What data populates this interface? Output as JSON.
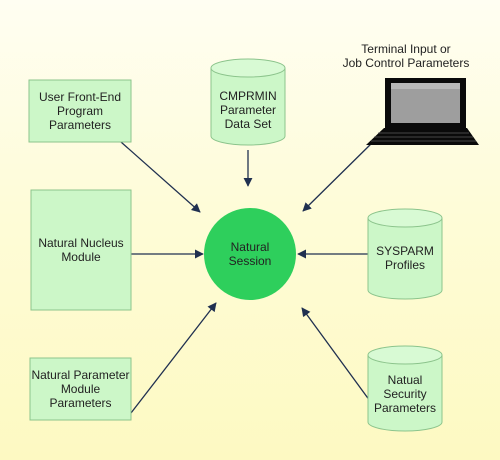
{
  "nodes": {
    "user_frontend": "User Front-End\nProgram\nParameters",
    "cmprmin": "CMPRMIN\nParameter\nData Set",
    "terminal": "Terminal Input or\nJob Control Parameters",
    "nucleus": "Natural Nucleus\nModule",
    "session": "Natural\nSession",
    "sysparm": "SYSPARM\nProfiles",
    "param_module": "Natural Parameter\nModule\nParameters",
    "security": "Natual\nSecurity\nParameters"
  },
  "colors": {
    "box_fill": "#ccf7c8",
    "box_border": "#8cc48c",
    "session_fill": "#2ecf5c",
    "arrow": "#203050"
  }
}
